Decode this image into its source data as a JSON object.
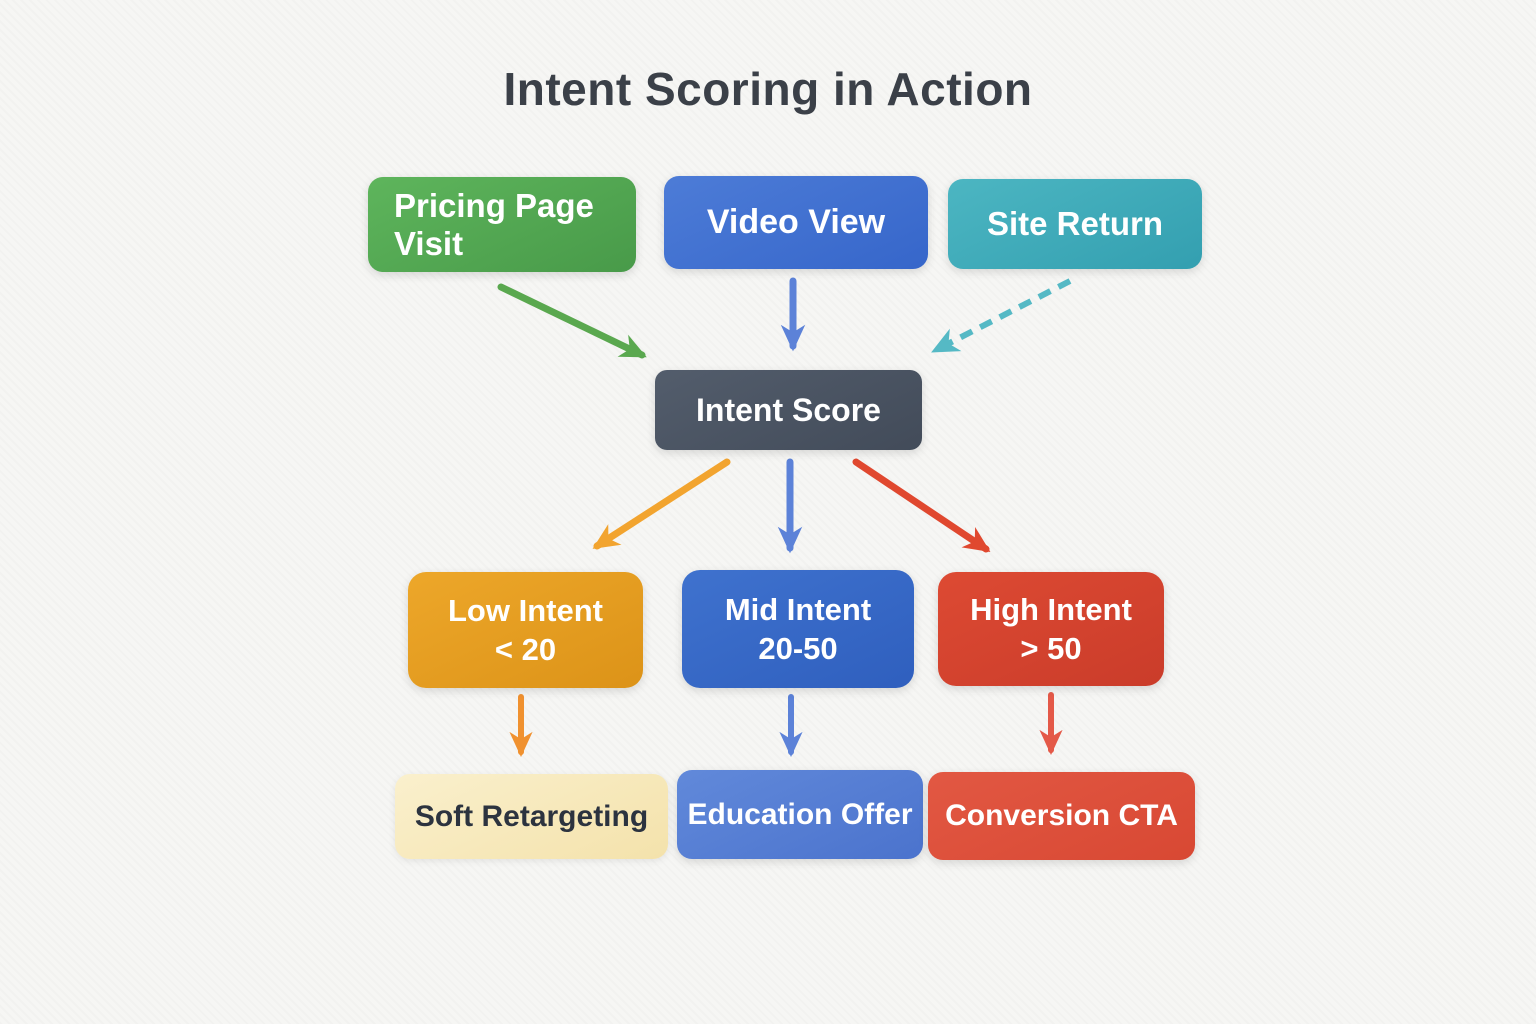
{
  "title": "Intent Scoring in Action",
  "nodes": {
    "pricing": {
      "label": "Pricing Page Visit"
    },
    "video": {
      "label": "Video View"
    },
    "site": {
      "label": "Site Return"
    },
    "intent": {
      "label": "Intent Score"
    },
    "low": {
      "label": "Low Intent",
      "range": "< 20"
    },
    "mid": {
      "label": "Mid Intent",
      "range": "20-50"
    },
    "high": {
      "label": "High Intent",
      "range": "> 50"
    },
    "soft": {
      "label": "Soft Retargeting"
    },
    "education": {
      "label": "Education Offer"
    },
    "conversion": {
      "label": "Conversion CTA"
    }
  },
  "colors": {
    "title_text": "#3b4048",
    "pricing_bg": "linear-gradient(155deg,#5eb55c 0%,#489a49 100%)",
    "video_bg": "linear-gradient(155deg,#4d7cd7 0%,#3666ca 100%)",
    "site_bg": "linear-gradient(155deg,#4cb6c2 0%,#339fb0 100%)",
    "intent_bg": "linear-gradient(155deg,#535d6c 0%,#424b59 100%)",
    "low_bg": "linear-gradient(155deg,#eda72a 0%,#dc9318 100%)",
    "mid_bg": "linear-gradient(155deg,#3f72ce 0%,#2f5fbe 100%)",
    "high_bg": "linear-gradient(155deg,#dd4a33 0%,#ca3c2a 100%)",
    "soft_bg": "linear-gradient(155deg,#faf0cd 0%,#f4e2ab 100%)",
    "soft_text": "#2c333f",
    "education_bg": "linear-gradient(155deg,#6189da 0%,#4b73cd 100%)",
    "conversion_bg": "linear-gradient(155deg,#e25843 0%,#d84833 100%)"
  },
  "edges": [
    {
      "from": "Pricing Page Visit",
      "to": "Intent Score",
      "style": "solid",
      "color": "#5aa84f"
    },
    {
      "from": "Video View",
      "to": "Intent Score",
      "style": "solid",
      "color": "#5c82d8"
    },
    {
      "from": "Site Return",
      "to": "Intent Score",
      "style": "dashed",
      "color": "#55b9c5"
    },
    {
      "from": "Intent Score",
      "to": "Low Intent < 20",
      "style": "solid",
      "color": "#f2a42f"
    },
    {
      "from": "Intent Score",
      "to": "Mid Intent 20-50",
      "style": "solid",
      "color": "#5c82d8"
    },
    {
      "from": "Intent Score",
      "to": "High Intent > 50",
      "style": "solid",
      "color": "#e0482f"
    },
    {
      "from": "Low Intent < 20",
      "to": "Soft Retargeting",
      "style": "solid",
      "color": "#f0912f"
    },
    {
      "from": "Mid Intent 20-50",
      "to": "Education Offer",
      "style": "solid",
      "color": "#5c82d8"
    },
    {
      "from": "High Intent > 50",
      "to": "Conversion CTA",
      "style": "solid",
      "color": "#e45948"
    }
  ]
}
